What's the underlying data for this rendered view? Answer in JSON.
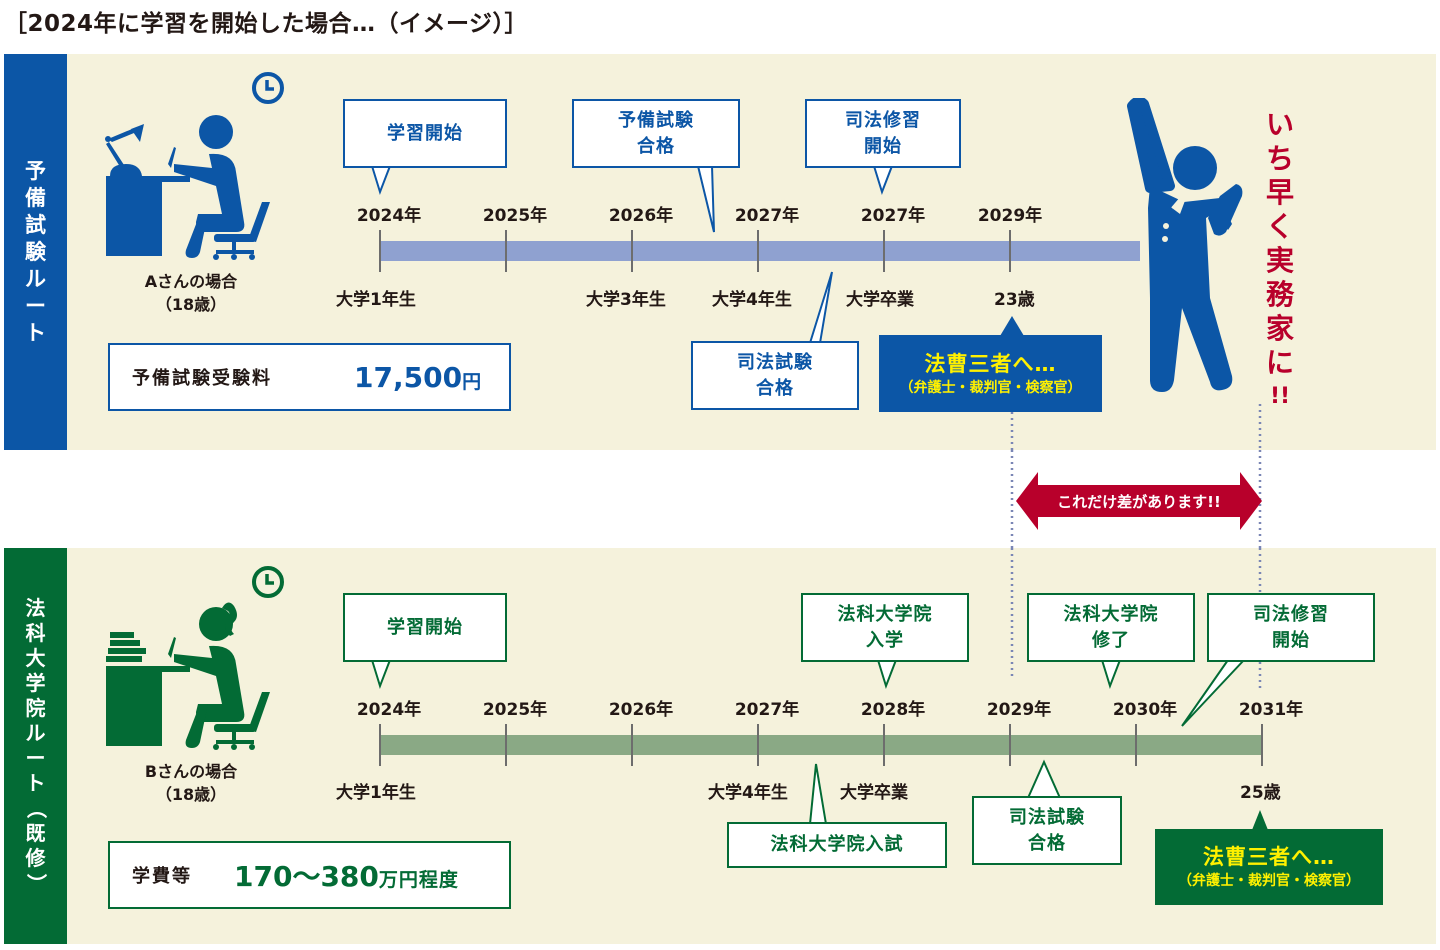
{
  "title": "［2024年に学習を開始した場合…（イメージ）］",
  "colors": {
    "route_a": "#0c56a6",
    "route_b": "#036b35",
    "bar_a": "#8fa1d0",
    "bar_b": "#8aa985",
    "accent_red": "#b8002b",
    "goal_text": "#fff100",
    "panel_bg": "#f5f2dc"
  },
  "route_a": {
    "side_label": [
      "予",
      "備",
      "試",
      "験",
      "ル",
      "ー",
      "ト"
    ],
    "person": {
      "name": "Aさんの場合",
      "age": "（18歳）",
      "icon": "student-at-desk-with-lamp-icon",
      "clock_icon": "clock-icon"
    },
    "fee": {
      "label": "予備試験受験料",
      "value": "17,500",
      "unit": "円"
    },
    "years": [
      "2024年",
      "2025年",
      "2026年",
      "2027年",
      "2027年",
      "2029年"
    ],
    "sub_labels": [
      "大学1年生",
      "大学3年生",
      "大学4年生",
      "大学卒業",
      "23歳"
    ],
    "bubbles": [
      {
        "line1": "学習開始",
        "line2": ""
      },
      {
        "line1": "予備試験",
        "line2": "合格"
      },
      {
        "line1": "司法修習",
        "line2": "開始"
      },
      {
        "line1": "司法試験",
        "line2": "合格"
      }
    ],
    "goal": {
      "main": "法曹三者へ…",
      "sub": "（弁護士・裁判官・検察官）"
    },
    "celebrate_icon": "cheering-businessman-icon",
    "slogan": [
      "い",
      "ち",
      "早",
      "く",
      "実",
      "務",
      "家",
      "に",
      "!!"
    ]
  },
  "difference": {
    "label": "これだけ差があります!!"
  },
  "route_b": {
    "side_label": [
      "法",
      "科",
      "大",
      "学",
      "院",
      "ル",
      "ー",
      "ト",
      "（",
      "既",
      "修",
      "）"
    ],
    "person": {
      "name": "Bさんの場合",
      "age": "（18歳）",
      "icon": "student-at-desk-with-books-icon",
      "clock_icon": "clock-icon"
    },
    "fee": {
      "label": "学費等",
      "value": "170〜380",
      "unit": "万円程度"
    },
    "years": [
      "2024年",
      "2025年",
      "2026年",
      "2027年",
      "2028年",
      "2029年",
      "2030年",
      "2031年"
    ],
    "sub_labels": [
      "大学1年生",
      "大学4年生",
      "大学卒業",
      "25歳"
    ],
    "bubbles": [
      {
        "line1": "学習開始",
        "line2": ""
      },
      {
        "line1": "法科大学院",
        "line2": "入学"
      },
      {
        "line1": "法科大学院",
        "line2": "修了"
      },
      {
        "line1": "司法修習",
        "line2": "開始"
      },
      {
        "line1": "法科大学院入試",
        "line2": ""
      },
      {
        "line1": "司法試験",
        "line2": "合格"
      }
    ],
    "goal": {
      "main": "法曹三者へ…",
      "sub": "（弁護士・裁判官・検察官）"
    }
  }
}
